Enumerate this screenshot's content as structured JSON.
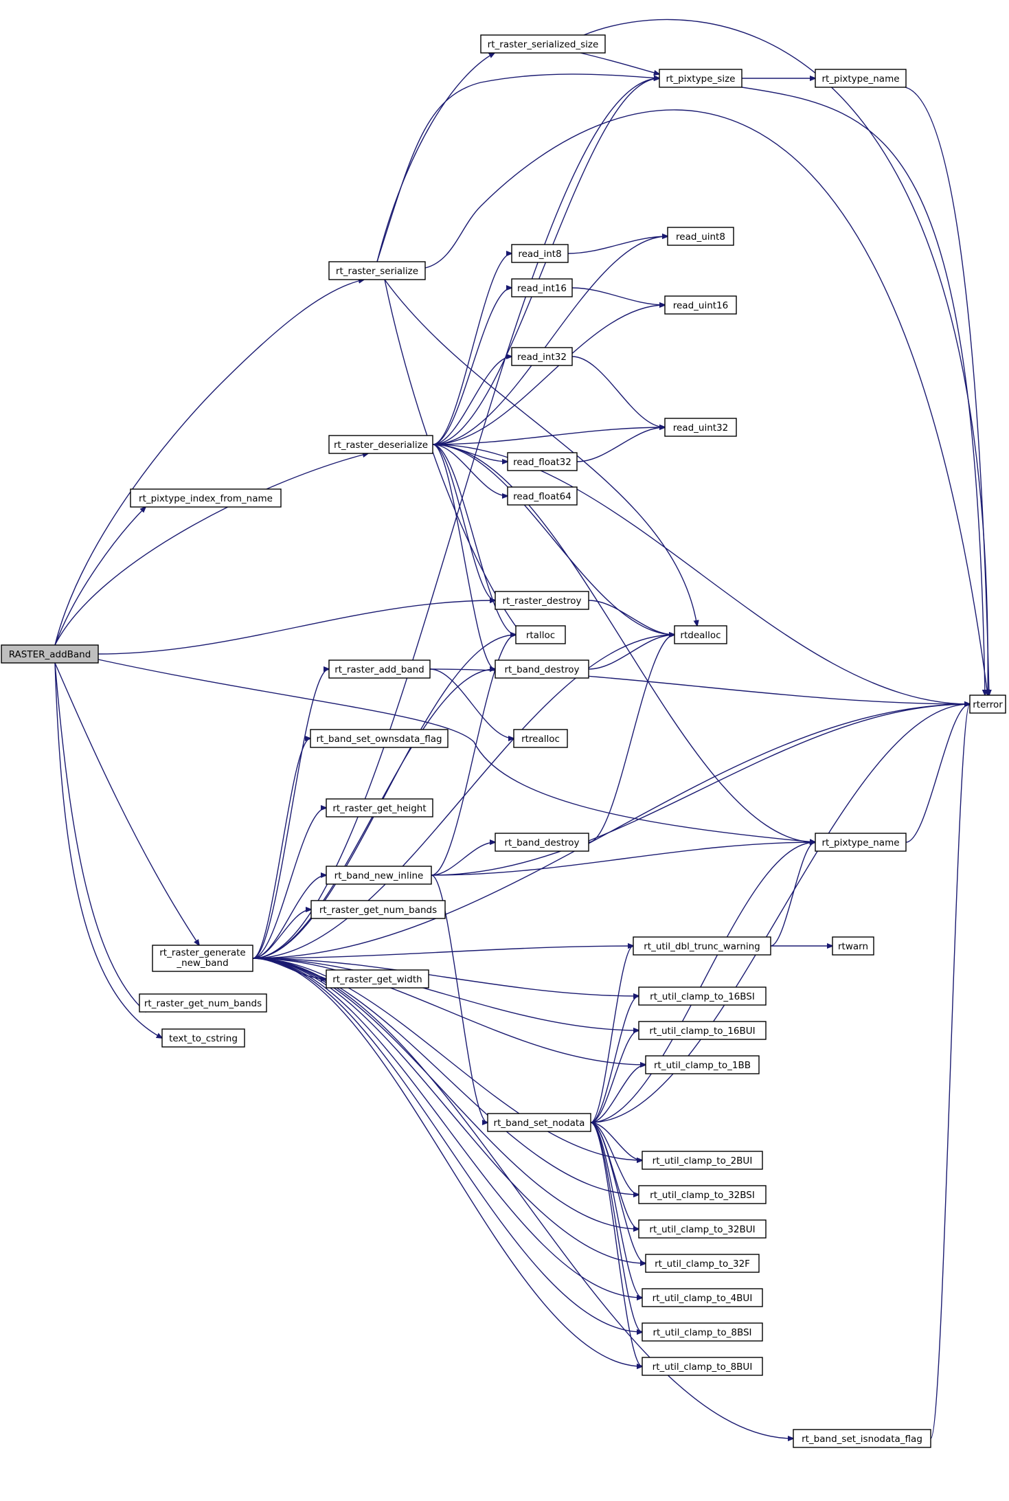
{
  "graph": {
    "edge_color": "#191970",
    "root_fill": "#bfbfbf",
    "node_fill": "#ffffff",
    "nodes": [
      {
        "id": "RASTER_addBand",
        "label": "RASTER_addBand",
        "root": true
      },
      {
        "id": "rt_pixtype_index_from_name",
        "label": "rt_pixtype_index_from_name"
      },
      {
        "id": "rt_raster_serialize",
        "label": "rt_raster_serialize"
      },
      {
        "id": "rt_raster_serialized_size",
        "label": "rt_raster_serialized_size"
      },
      {
        "id": "rt_pixtype_size",
        "label": "rt_pixtype_size"
      },
      {
        "id": "rt_pixtype_name_top",
        "label": "rt_pixtype_name"
      },
      {
        "id": "rterror",
        "label": "rterror"
      },
      {
        "id": "read_uint8",
        "label": "read_uint8"
      },
      {
        "id": "read_int8",
        "label": "read_int8"
      },
      {
        "id": "read_int16",
        "label": "read_int16"
      },
      {
        "id": "read_uint16",
        "label": "read_uint16"
      },
      {
        "id": "read_int32",
        "label": "read_int32"
      },
      {
        "id": "read_uint32",
        "label": "read_uint32"
      },
      {
        "id": "rt_raster_deserialize",
        "label": "rt_raster_deserialize"
      },
      {
        "id": "read_float32",
        "label": "read_float32"
      },
      {
        "id": "read_float64",
        "label": "read_float64"
      },
      {
        "id": "rt_raster_destroy",
        "label": "rt_raster_destroy"
      },
      {
        "id": "rtalloc",
        "label": "rtalloc"
      },
      {
        "id": "rtdealloc",
        "label": "rtdealloc"
      },
      {
        "id": "rt_raster_add_band",
        "label": "rt_raster_add_band"
      },
      {
        "id": "rt_band_destroy_1",
        "label": "rt_band_destroy"
      },
      {
        "id": "rtrealloc",
        "label": "rtrealloc"
      },
      {
        "id": "rt_band_set_ownsdata_flag",
        "label": "rt_band_set_ownsdata_flag"
      },
      {
        "id": "rt_raster_get_height",
        "label": "rt_raster_get_height"
      },
      {
        "id": "rt_band_destroy_2",
        "label": "rt_band_destroy"
      },
      {
        "id": "rt_pixtype_name_mid",
        "label": "rt_pixtype_name"
      },
      {
        "id": "rt_band_new_inline",
        "label": "rt_band_new_inline"
      },
      {
        "id": "rt_raster_get_num_bands_1",
        "label": "rt_raster_get_num_bands"
      },
      {
        "id": "rt_util_dbl_trunc_warning",
        "label": "rt_util_dbl_trunc_warning"
      },
      {
        "id": "rtwarn",
        "label": "rtwarn"
      },
      {
        "id": "rt_raster_generate_new_band",
        "label": "rt_raster_generate",
        "label2": "_new_band"
      },
      {
        "id": "rt_raster_get_width",
        "label": "rt_raster_get_width"
      },
      {
        "id": "rt_util_clamp_to_16BSI",
        "label": "rt_util_clamp_to_16BSI"
      },
      {
        "id": "rt_raster_get_num_bands_2",
        "label": "rt_raster_get_num_bands"
      },
      {
        "id": "rt_util_clamp_to_16BUI",
        "label": "rt_util_clamp_to_16BUI"
      },
      {
        "id": "text_to_cstring",
        "label": "text_to_cstring"
      },
      {
        "id": "rt_util_clamp_to_1BB",
        "label": "rt_util_clamp_to_1BB"
      },
      {
        "id": "rt_band_set_nodata",
        "label": "rt_band_set_nodata"
      },
      {
        "id": "rt_util_clamp_to_2BUI",
        "label": "rt_util_clamp_to_2BUI"
      },
      {
        "id": "rt_util_clamp_to_32BSI",
        "label": "rt_util_clamp_to_32BSI"
      },
      {
        "id": "rt_util_clamp_to_32BUI",
        "label": "rt_util_clamp_to_32BUI"
      },
      {
        "id": "rt_util_clamp_to_32F",
        "label": "rt_util_clamp_to_32F"
      },
      {
        "id": "rt_util_clamp_to_4BUI",
        "label": "rt_util_clamp_to_4BUI"
      },
      {
        "id": "rt_util_clamp_to_8BSI",
        "label": "rt_util_clamp_to_8BSI"
      },
      {
        "id": "rt_util_clamp_to_8BUI",
        "label": "rt_util_clamp_to_8BUI"
      },
      {
        "id": "rt_band_set_isnodata_flag",
        "label": "rt_band_set_isnodata_flag"
      }
    ],
    "edges": [
      [
        "RASTER_addBand",
        "rt_pixtype_index_from_name"
      ],
      [
        "RASTER_addBand",
        "rt_raster_serialize"
      ],
      [
        "RASTER_addBand",
        "rt_raster_deserialize"
      ],
      [
        "RASTER_addBand",
        "rt_raster_destroy"
      ],
      [
        "RASTER_addBand",
        "rt_pixtype_name_mid"
      ],
      [
        "RASTER_addBand",
        "rt_raster_generate_new_band"
      ],
      [
        "RASTER_addBand",
        "rt_raster_get_num_bands_2"
      ],
      [
        "RASTER_addBand",
        "text_to_cstring"
      ],
      [
        "rt_raster_serialize",
        "rt_raster_serialized_size"
      ],
      [
        "rt_raster_serialize",
        "rt_pixtype_size"
      ],
      [
        "rt_raster_serialize",
        "rterror"
      ],
      [
        "rt_raster_serialize",
        "rtalloc"
      ],
      [
        "rt_raster_serialize",
        "rtdealloc"
      ],
      [
        "rt_raster_serialized_size",
        "rt_pixtype_size"
      ],
      [
        "rt_raster_serialized_size",
        "rterror"
      ],
      [
        "rt_pixtype_size",
        "rt_pixtype_name_top"
      ],
      [
        "rt_pixtype_size",
        "rterror"
      ],
      [
        "rt_pixtype_name_top",
        "rterror"
      ],
      [
        "rt_raster_deserialize",
        "rt_pixtype_size"
      ],
      [
        "rt_raster_deserialize",
        "rterror"
      ],
      [
        "rt_raster_deserialize",
        "read_uint8"
      ],
      [
        "rt_raster_deserialize",
        "read_int8"
      ],
      [
        "rt_raster_deserialize",
        "read_int16"
      ],
      [
        "rt_raster_deserialize",
        "read_uint16"
      ],
      [
        "rt_raster_deserialize",
        "read_int32"
      ],
      [
        "rt_raster_deserialize",
        "read_uint32"
      ],
      [
        "rt_raster_deserialize",
        "read_float32"
      ],
      [
        "rt_raster_deserialize",
        "read_float64"
      ],
      [
        "rt_raster_deserialize",
        "rt_raster_destroy"
      ],
      [
        "rt_raster_deserialize",
        "rtalloc"
      ],
      [
        "rt_raster_deserialize",
        "rtdealloc"
      ],
      [
        "rt_raster_deserialize",
        "rt_band_destroy_1"
      ],
      [
        "rt_raster_deserialize",
        "rt_pixtype_name_mid"
      ],
      [
        "read_int8",
        "read_uint8"
      ],
      [
        "read_int16",
        "read_uint16"
      ],
      [
        "read_int32",
        "read_uint32"
      ],
      [
        "read_float32",
        "read_uint32"
      ],
      [
        "rt_raster_destroy",
        "rtdealloc"
      ],
      [
        "rt_band_destroy_1",
        "rtdealloc"
      ],
      [
        "rt_raster_add_band",
        "rterror"
      ],
      [
        "rt_raster_add_band",
        "rtrealloc"
      ],
      [
        "rt_band_destroy_2",
        "rtdealloc"
      ],
      [
        "rt_band_new_inline",
        "rtalloc"
      ],
      [
        "rt_band_new_inline",
        "rt_band_destroy_2"
      ],
      [
        "rt_band_new_inline",
        "rt_pixtype_name_mid"
      ],
      [
        "rt_band_new_inline",
        "rterror"
      ],
      [
        "rt_band_new_inline",
        "rt_band_set_nodata"
      ],
      [
        "rt_pixtype_name_mid",
        "rterror"
      ],
      [
        "rt_util_dbl_trunc_warning",
        "rt_pixtype_name_mid"
      ],
      [
        "rt_util_dbl_trunc_warning",
        "rtwarn"
      ],
      [
        "rt_raster_generate_new_band",
        "rt_pixtype_size"
      ],
      [
        "rt_raster_generate_new_band",
        "rtalloc"
      ],
      [
        "rt_raster_generate_new_band",
        "rt_raster_add_band"
      ],
      [
        "rt_raster_generate_new_band",
        "rt_band_destroy_1"
      ],
      [
        "rt_raster_generate_new_band",
        "rtdealloc"
      ],
      [
        "rt_raster_generate_new_band",
        "rt_band_set_ownsdata_flag"
      ],
      [
        "rt_raster_generate_new_band",
        "rt_raster_get_height"
      ],
      [
        "rt_raster_generate_new_band",
        "rt_band_new_inline"
      ],
      [
        "rt_raster_generate_new_band",
        "rt_raster_get_num_bands_1"
      ],
      [
        "rt_raster_generate_new_band",
        "rt_util_dbl_trunc_warning"
      ],
      [
        "rt_raster_generate_new_band",
        "rt_raster_get_width"
      ],
      [
        "rt_raster_generate_new_band",
        "rt_util_clamp_to_16BSI"
      ],
      [
        "rt_raster_generate_new_band",
        "rt_util_clamp_to_16BUI"
      ],
      [
        "rt_raster_generate_new_band",
        "rt_util_clamp_to_1BB"
      ],
      [
        "rt_raster_generate_new_band",
        "rt_util_clamp_to_2BUI"
      ],
      [
        "rt_raster_generate_new_band",
        "rt_util_clamp_to_32BSI"
      ],
      [
        "rt_raster_generate_new_band",
        "rt_util_clamp_to_32BUI"
      ],
      [
        "rt_raster_generate_new_band",
        "rt_util_clamp_to_32F"
      ],
      [
        "rt_raster_generate_new_band",
        "rt_util_clamp_to_4BUI"
      ],
      [
        "rt_raster_generate_new_band",
        "rt_util_clamp_to_8BSI"
      ],
      [
        "rt_raster_generate_new_band",
        "rt_util_clamp_to_8BUI"
      ],
      [
        "rt_raster_generate_new_band",
        "rterror"
      ],
      [
        "rt_raster_generate_new_band",
        "rt_band_set_isnodata_flag"
      ],
      [
        "rt_band_set_nodata",
        "rt_util_dbl_trunc_warning"
      ],
      [
        "rt_band_set_nodata",
        "rt_util_clamp_to_16BSI"
      ],
      [
        "rt_band_set_nodata",
        "rt_util_clamp_to_16BUI"
      ],
      [
        "rt_band_set_nodata",
        "rt_util_clamp_to_1BB"
      ],
      [
        "rt_band_set_nodata",
        "rt_pixtype_name_mid"
      ],
      [
        "rt_band_set_nodata",
        "rterror"
      ],
      [
        "rt_band_set_nodata",
        "rt_util_clamp_to_2BUI"
      ],
      [
        "rt_band_set_nodata",
        "rt_util_clamp_to_32BSI"
      ],
      [
        "rt_band_set_nodata",
        "rt_util_clamp_to_32BUI"
      ],
      [
        "rt_band_set_nodata",
        "rt_util_clamp_to_32F"
      ],
      [
        "rt_band_set_nodata",
        "rt_util_clamp_to_4BUI"
      ],
      [
        "rt_band_set_nodata",
        "rt_util_clamp_to_8BSI"
      ],
      [
        "rt_band_set_nodata",
        "rt_util_clamp_to_8BUI"
      ],
      [
        "rt_band_set_isnodata_flag",
        "rterror"
      ]
    ]
  }
}
